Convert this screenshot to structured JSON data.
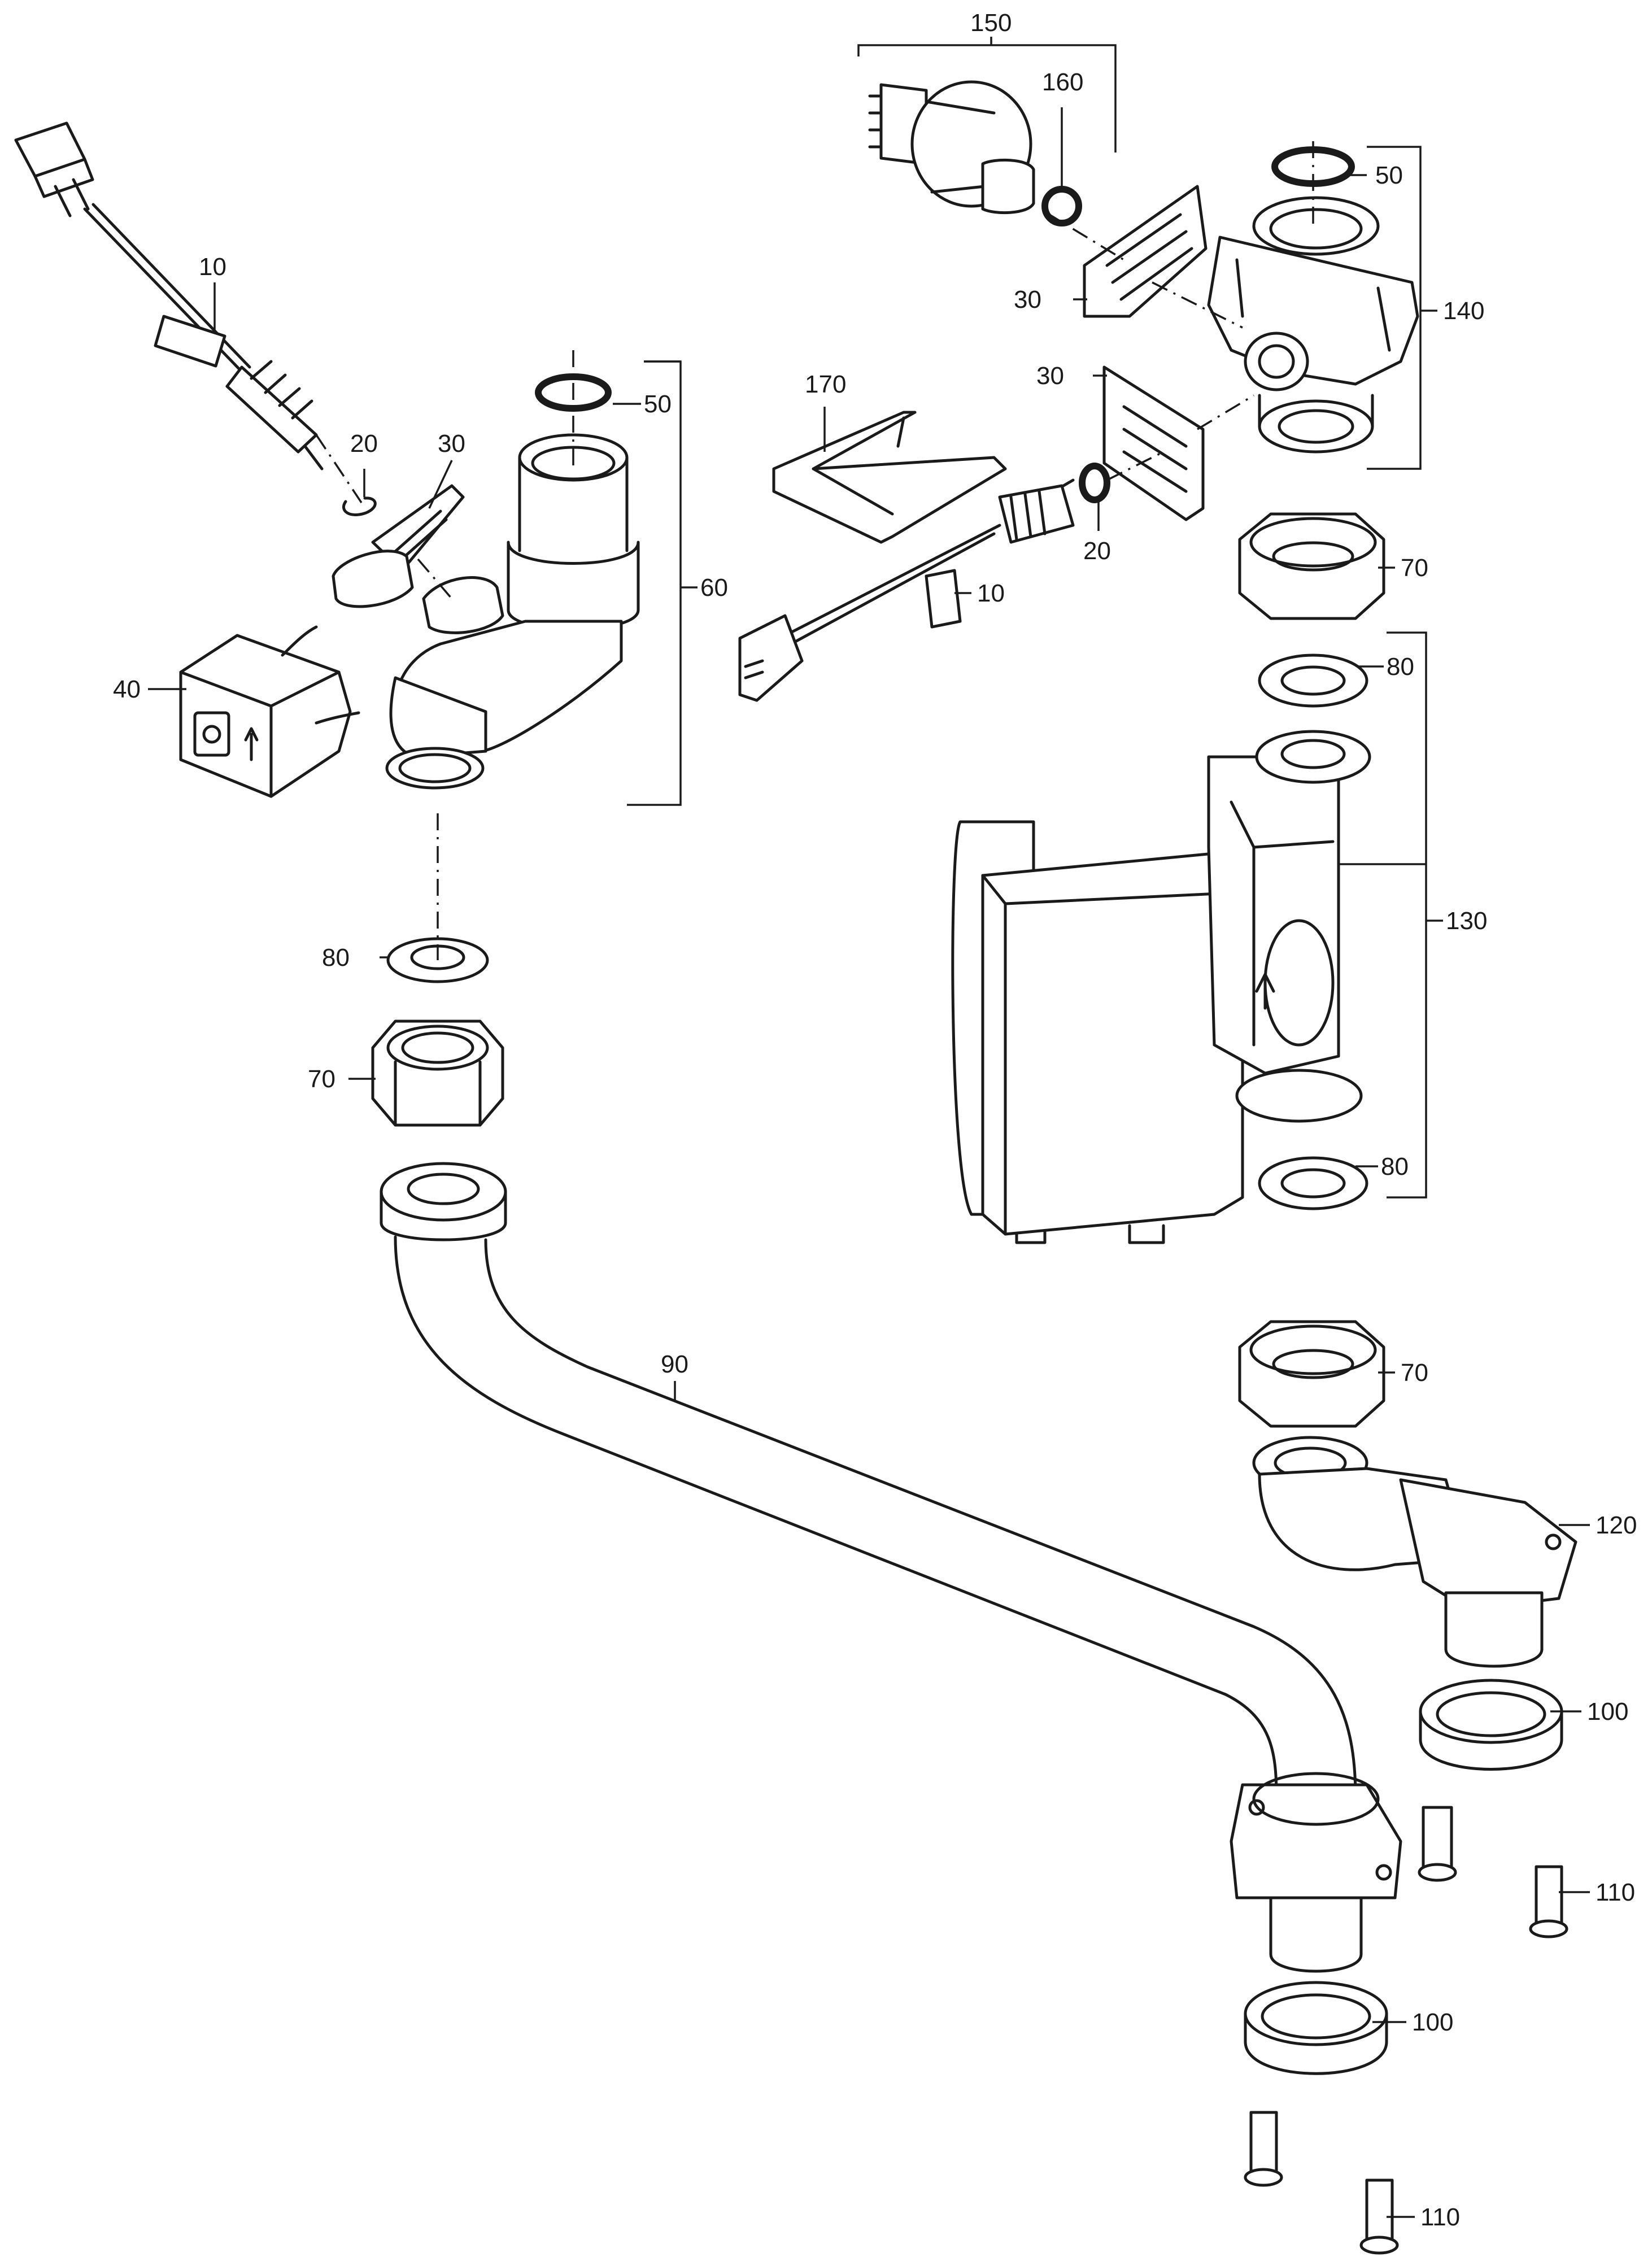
{
  "callouts": {
    "c10a": "10",
    "c10b": "10",
    "c20a": "20",
    "c20b": "20",
    "c30a": "30",
    "c30b": "30",
    "c30c": "30",
    "c40": "40",
    "c50a": "50",
    "c50b": "50",
    "c60": "60",
    "c70a": "70",
    "c70b": "70",
    "c70c": "70",
    "c80a": "80",
    "c80b": "80",
    "c80c": "80",
    "c90": "90",
    "c100a": "100",
    "c100b": "100",
    "c110a": "110",
    "c110b": "110",
    "c120": "120",
    "c130": "130",
    "c140": "140",
    "c150": "150",
    "c160": "160",
    "c170": "170"
  }
}
